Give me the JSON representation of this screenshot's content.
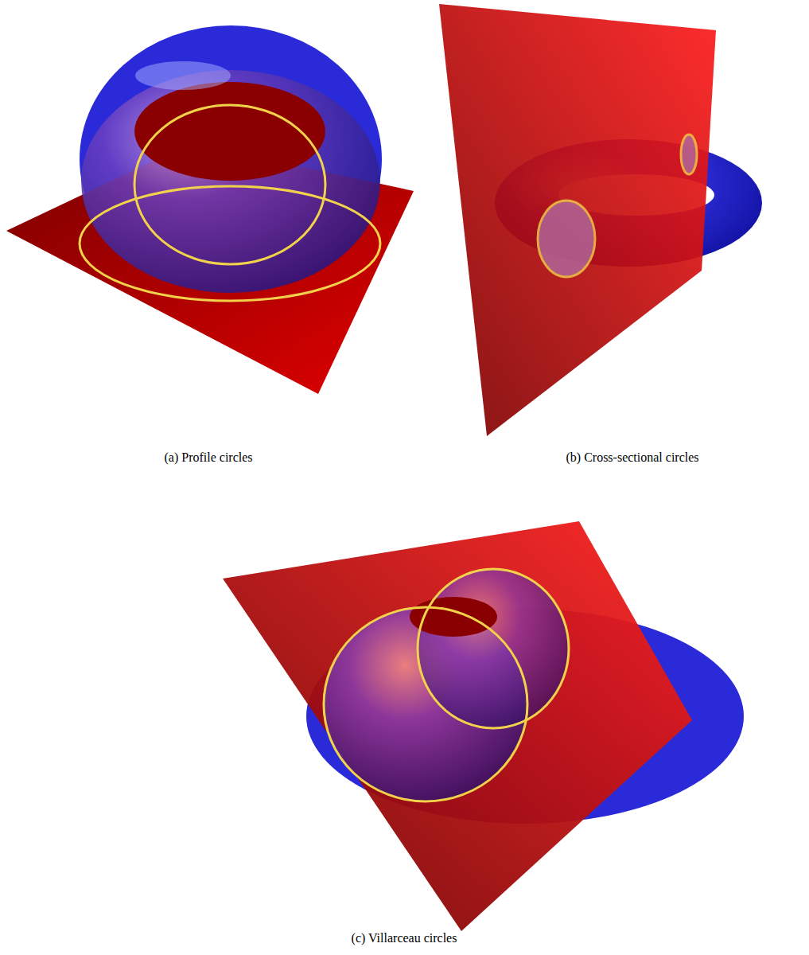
{
  "diagram": {
    "labels": [
      "(a) Profile circles",
      "(b) Cross-sectional circles",
      "(c) Villarceau circles"
    ]
  }
}
